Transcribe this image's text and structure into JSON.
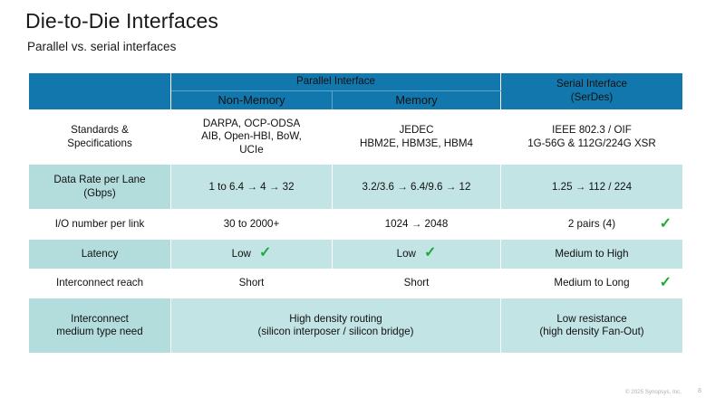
{
  "slide": {
    "title": "Die-to-Die Interfaces",
    "subtitle": "Parallel vs. serial interfaces"
  },
  "table": {
    "header": {
      "corner": "",
      "parallel": "Parallel Interface",
      "non_memory": "Non-Memory",
      "memory": "Memory",
      "serial": "Serial Interface (SerDes)",
      "serial_line1": "Serial Interface",
      "serial_line2": "(SerDes)"
    },
    "rows": [
      {
        "label": "Standards & Specifications",
        "label_line1": "Standards &",
        "label_line2": "Specifications",
        "non_memory": "DARPA, OCP-ODSA AIB, Open-HBI, BoW, UCIe",
        "non_memory_l1": "DARPA, OCP-ODSA",
        "non_memory_l2": "AIB, Open-HBI, BoW,",
        "non_memory_l3": "UCIe",
        "memory_l1": "JEDEC",
        "memory_l2": "HBM2E, HBM3E, HBM4",
        "serial_l1": "IEEE 802.3 / OIF",
        "serial_l2": "1G-56G & 112G/224G XSR",
        "shade": "white",
        "check_non_memory": false,
        "check_memory": false,
        "check_serial": false
      },
      {
        "label": "Data Rate per Lane (Gbps)",
        "label_line1": "Data Rate per Lane",
        "label_line2": "(Gbps)",
        "non_memory_l1": "1 to 6.4 → 4 → 32",
        "memory_l1": "3.2/3.6 → 6.4/9.6 → 12",
        "serial_l1": "1.25 → 112 / 224",
        "shade": "teal",
        "check_non_memory": false,
        "check_memory": false,
        "check_serial": false
      },
      {
        "label": "I/O number per link",
        "label_line1": "I/O number per link",
        "non_memory_l1": "30 to 2000+",
        "memory_l1": "1024 → 2048",
        "serial_l1": "2 pairs (4)",
        "shade": "white",
        "check_non_memory": false,
        "check_memory": false,
        "check_serial": true
      },
      {
        "label": "Latency",
        "label_line1": "Latency",
        "non_memory_l1": "Low",
        "memory_l1": "Low",
        "serial_l1": "Medium to High",
        "shade": "teal",
        "check_non_memory": true,
        "check_memory": true,
        "check_serial": false
      },
      {
        "label": "Interconnect reach",
        "label_line1": "Interconnect reach",
        "non_memory_l1": "Short",
        "memory_l1": "Short",
        "serial_l1": "Medium to Long",
        "shade": "white",
        "check_non_memory": false,
        "check_memory": false,
        "check_serial": true
      },
      {
        "label": "Interconnect medium type need",
        "label_line1": "Interconnect",
        "label_line2": "medium type need",
        "merged_l1": "High density routing",
        "merged_l2": "(silicon interposer / silicon bridge)",
        "serial_l1": "Low resistance",
        "serial_l2": "(high density Fan-Out)",
        "shade": "teal",
        "check_merged": false,
        "check_serial": false
      }
    ]
  },
  "footer": {
    "copyright": "© 2025 Synopsys, Inc.",
    "page": "8"
  },
  "colors": {
    "header_blue": "#1277AC",
    "row_teal": "#C2E4E5",
    "label_teal": "#B3DCDD",
    "check_green": "#1FAA3C",
    "text": "#111111",
    "footer_gray": "#AEAEAE"
  },
  "icons": {
    "check": "✓",
    "arrow": "→"
  }
}
